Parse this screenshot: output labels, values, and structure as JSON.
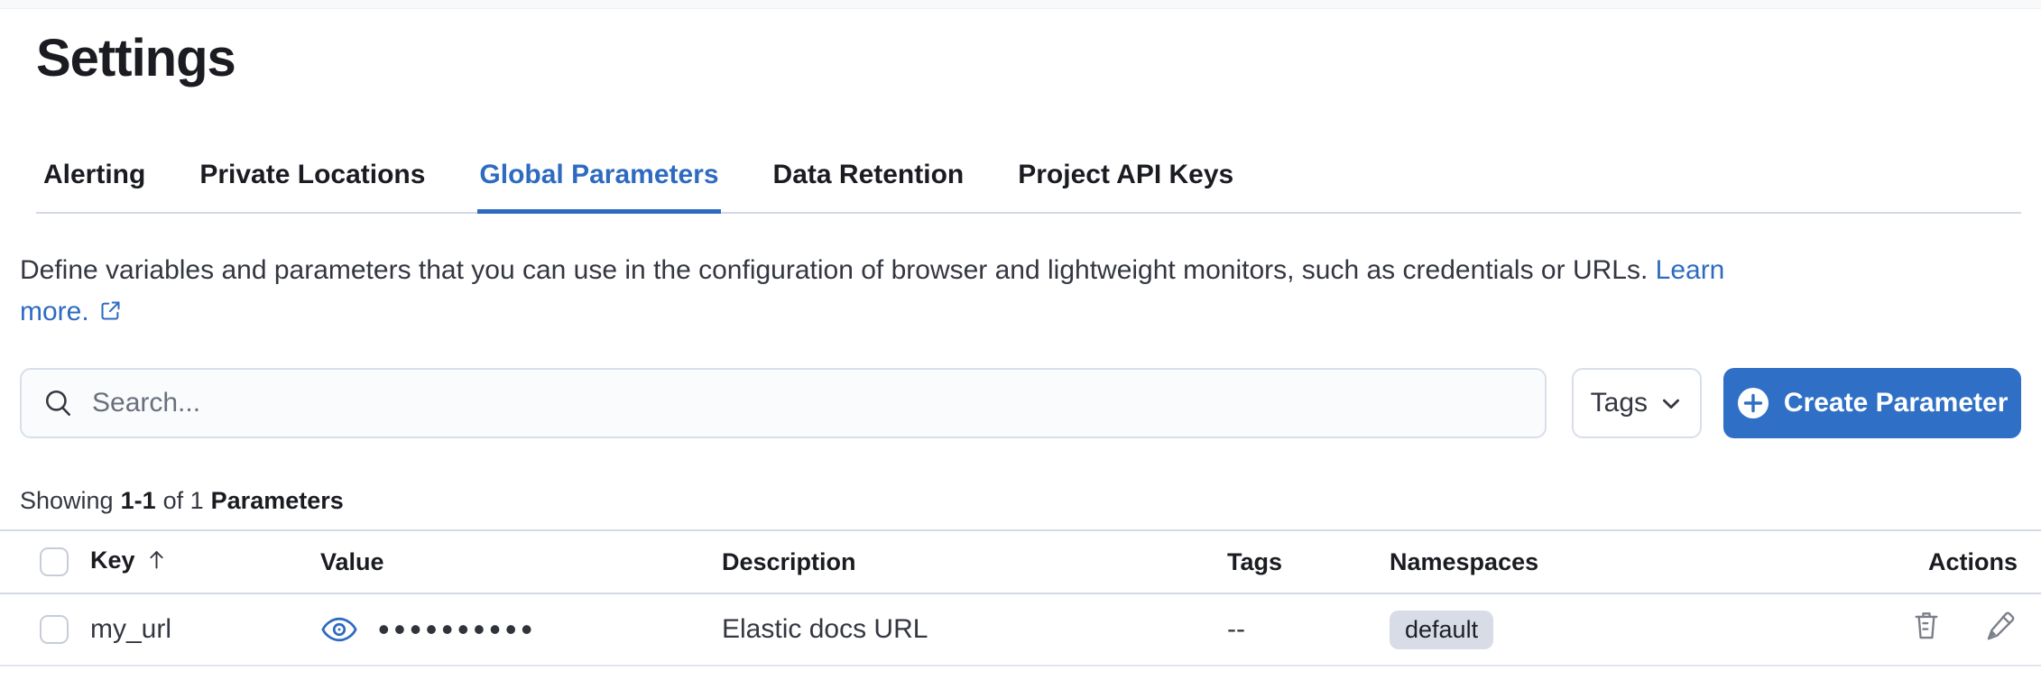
{
  "page_title": "Settings",
  "tabs": [
    {
      "label": "Alerting",
      "active": false
    },
    {
      "label": "Private Locations",
      "active": false
    },
    {
      "label": "Global Parameters",
      "active": true
    },
    {
      "label": "Data Retention",
      "active": false
    },
    {
      "label": "Project API Keys",
      "active": false
    }
  ],
  "description": {
    "text": "Define variables and parameters that you can use in the configuration of browser and lightweight monitors, such as credentials or URLs.",
    "link_words": [
      "Learn",
      "more."
    ]
  },
  "toolbar": {
    "search_placeholder": "Search...",
    "search_value": "",
    "tags_button_label": "Tags",
    "create_button_label": "Create Parameter"
  },
  "summary": {
    "showing_label": "Showing",
    "range": "1-1",
    "of_label": "of 1",
    "entity_label": "Parameters"
  },
  "table": {
    "columns": [
      "Key",
      "Value",
      "Description",
      "Tags",
      "Namespaces",
      "Actions"
    ],
    "sorted_by": "Key",
    "sort_direction": "ascending",
    "rows": [
      {
        "key": "my_url",
        "masked_value": "••••••••••",
        "description": "Elastic docs URL",
        "tags": "--",
        "namespaces": [
          "default"
        ]
      }
    ]
  },
  "icons": {
    "search": "magnifier-icon",
    "tags_dropdown": "chevron-down-icon",
    "create": "plus-in-circle-icon",
    "external_link": "popout-icon",
    "sort": "arrow-up-icon",
    "reveal_value": "eye-icon",
    "delete": "trash-icon",
    "edit": "pencil-icon"
  },
  "colors": {
    "accent": "#2e6bc0",
    "button-blue": "#2f70c6",
    "heading": "#1a1c21",
    "text": "#343741",
    "muted": "#69707d",
    "border": "#d3dae6",
    "badge-bg": "#d8dce6",
    "row-divider": "#e0e5f0",
    "search-bg": "#fafbfd"
  }
}
